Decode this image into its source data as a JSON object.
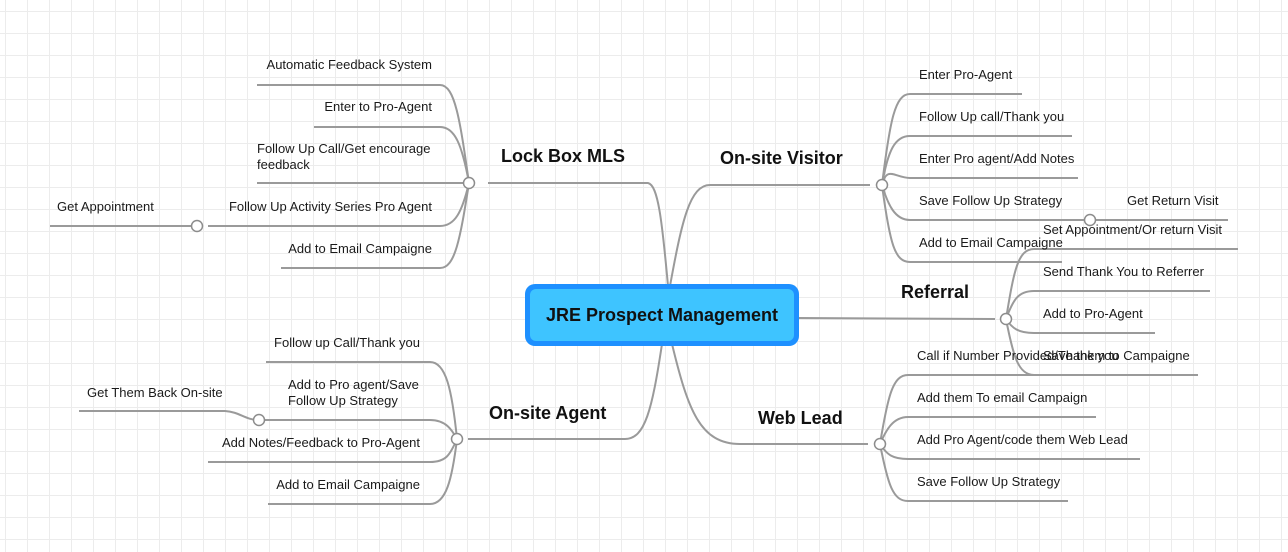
{
  "root": {
    "label": "JRE Prospect Management"
  },
  "branches": {
    "lockbox": {
      "label": "Lock Box MLS",
      "items": [
        "Automatic Feedback System",
        "Enter to Pro-Agent",
        "Follow Up Call/Get encourage feedback",
        "Follow Up Activity Series Pro Agent",
        "Add to Email Campaigne"
      ],
      "sub": {
        "label": "Get Appointment"
      }
    },
    "onsite_visitor": {
      "label": "On-site Visitor",
      "items": [
        "Enter Pro-Agent",
        "Follow Up call/Thank you",
        "Enter Pro agent/Add Notes",
        "Save Follow Up Strategy",
        "Add to Email Campaigne"
      ],
      "sub": {
        "label": "Get Return Visit"
      }
    },
    "referral": {
      "label": "Referral",
      "items": [
        "Set Appointment/Or return Visit",
        "Send Thank You to Referrer",
        "Add to Pro-Agent",
        "Save them to Campaigne"
      ]
    },
    "web_lead": {
      "label": "Web Lead",
      "items": [
        "Call if Number Provided/Thank you",
        "Add them To email Campaign",
        "Add Pro Agent/code them Web Lead",
        "Save Follow Up Strategy"
      ]
    },
    "onsite_agent": {
      "label": "On-site Agent",
      "items": [
        "Follow up Call/Thank you",
        "Add to Pro agent/Save Follow Up Strategy",
        "Add Notes/Feedback to Pro-Agent",
        "Add to Email Campaigne"
      ],
      "sub": {
        "label": "Get Them Back On-site"
      }
    }
  }
}
